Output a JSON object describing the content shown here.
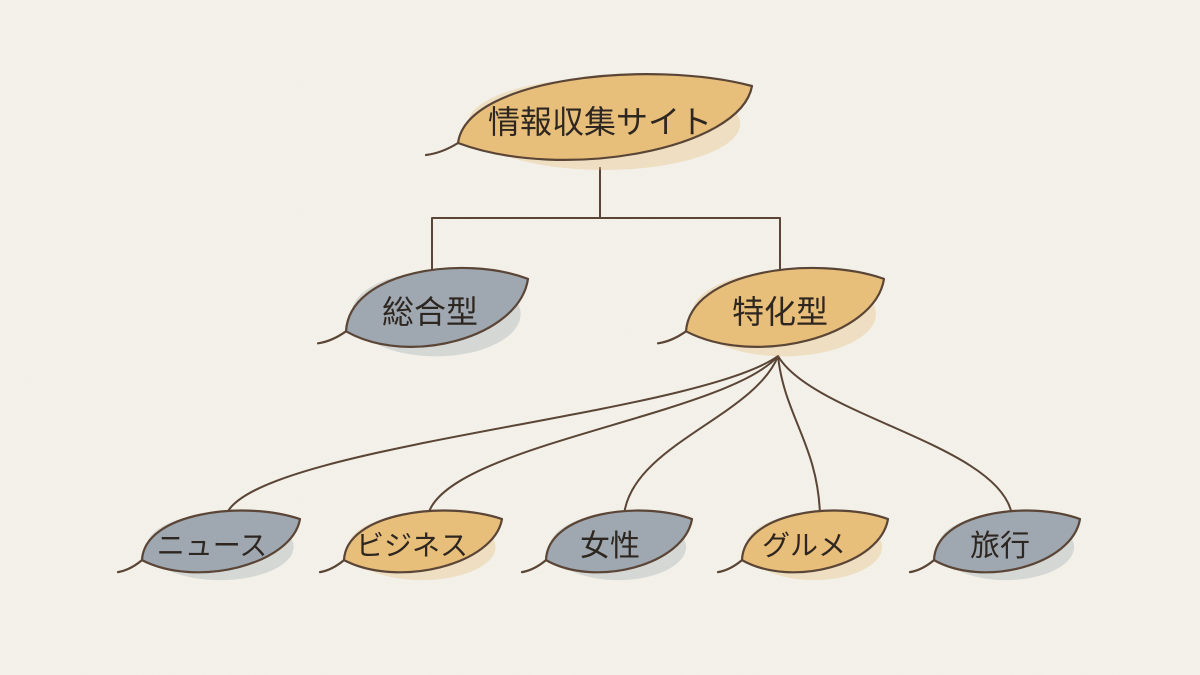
{
  "colors": {
    "background": "#f4f2ea",
    "tan": "#e7be7a",
    "blue_gray": "#9fa8b0",
    "outline": "#5a4536",
    "text": "#2e2620"
  },
  "nodes": {
    "root": {
      "label": "情報収集サイト",
      "color": "tan"
    },
    "general": {
      "label": "総合型",
      "color": "blue_gray"
    },
    "specialized": {
      "label": "特化型",
      "color": "tan"
    },
    "news": {
      "label": "ニュース",
      "color": "blue_gray"
    },
    "business": {
      "label": "ビジネス",
      "color": "tan"
    },
    "women": {
      "label": "女性",
      "color": "blue_gray"
    },
    "gourmet": {
      "label": "グルメ",
      "color": "tan"
    },
    "travel": {
      "label": "旅行",
      "color": "blue_gray"
    }
  },
  "edges": [
    {
      "from": "root",
      "to": "general"
    },
    {
      "from": "root",
      "to": "specialized"
    },
    {
      "from": "specialized",
      "to": "news"
    },
    {
      "from": "specialized",
      "to": "business"
    },
    {
      "from": "specialized",
      "to": "women"
    },
    {
      "from": "specialized",
      "to": "gourmet"
    },
    {
      "from": "specialized",
      "to": "travel"
    }
  ]
}
